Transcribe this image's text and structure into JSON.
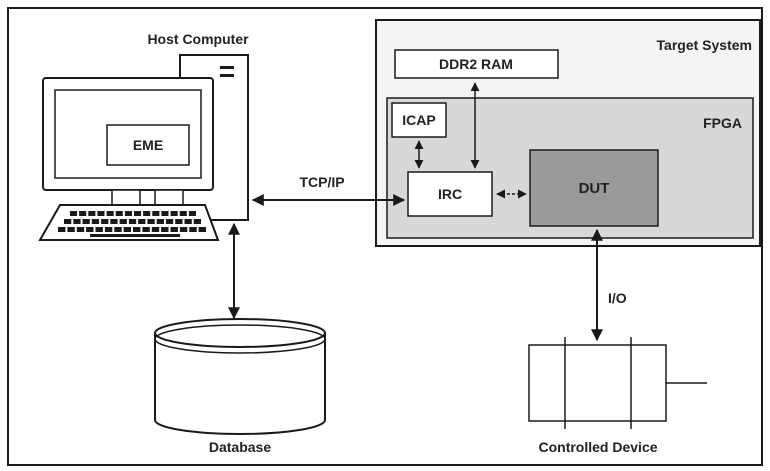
{
  "labels": {
    "host_computer": "Host Computer",
    "eme": "EME",
    "database": "Database",
    "tcpip": "TCP/IP",
    "target_system": "Target System",
    "ddr2_ram": "DDR2 RAM",
    "icap": "ICAP",
    "fpga": "FPGA",
    "irc": "IRC",
    "dut": "DUT",
    "io": "I/O",
    "controlled_device": "Controlled Device"
  },
  "colors": {
    "line": "#1a1a1a",
    "target_bg": "#f4f4f4",
    "fpga_bg": "#d8d8d8",
    "dut_bg": "#9a9a9a",
    "box_bg": "#ffffff"
  }
}
